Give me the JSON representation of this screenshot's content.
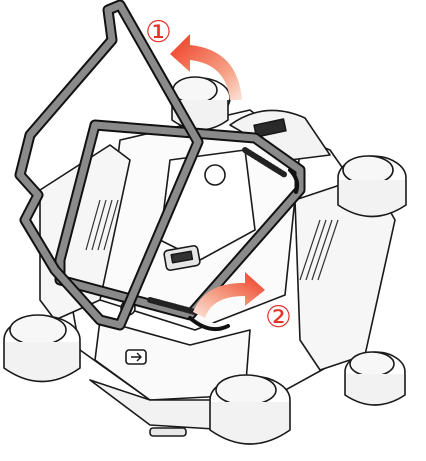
{
  "steps": [
    {
      "label": "①",
      "action": "lift"
    },
    {
      "label": "②",
      "action": "release"
    }
  ],
  "colors": {
    "arrow": "#ee4a2a",
    "step_label": "#e2332a",
    "frame_fill": "#8a8a8a",
    "frame_outline": "#111111",
    "body_fill": "#ffffff",
    "body_outline": "#1a1a1a"
  }
}
